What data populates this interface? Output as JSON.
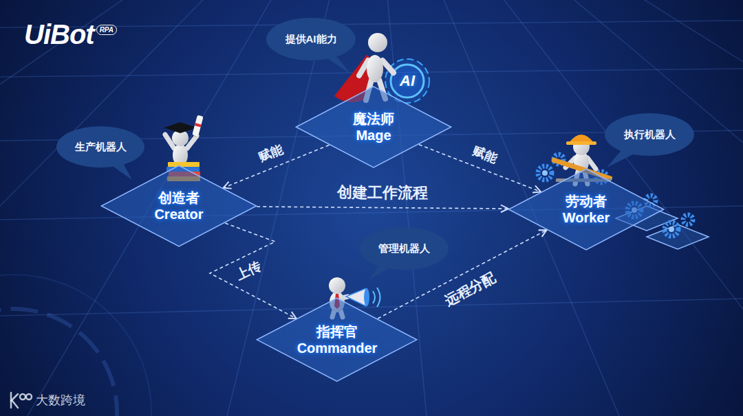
{
  "diagram": {
    "nodes": [
      {
        "text": [
          "提供AI能力"
        ]
      },
      {
        "text": [
          "魔法师",
          "Mage"
        ]
      },
      {
        "text": [
          "生产机器人"
        ]
      },
      {
        "text": [
          "创造者",
          "Creator"
        ]
      },
      {
        "text": [
          "执行机器人"
        ]
      },
      {
        "text": [
          "劳动者",
          "Worker"
        ]
      },
      {
        "text": [
          "管理机器人"
        ]
      },
      {
        "text": [
          "指挥官",
          "Commander"
        ]
      }
    ],
    "edges": [
      {
        "from": 1,
        "to": 3,
        "label": "赋能",
        "arrow": "to"
      },
      {
        "from": 1,
        "to": 5,
        "label": "赋能",
        "arrow": "to"
      },
      {
        "from": 3,
        "to": 5,
        "label": "创建工作流程",
        "arrow": "to"
      },
      {
        "from": 3,
        "to": 7,
        "label": "上传",
        "arrow": "to"
      },
      {
        "from": 7,
        "to": 5,
        "label": "远程分配",
        "arrow": "to"
      }
    ],
    "labels": [
      "UiBot",
      "RPA",
      "AI",
      "大数跨境"
    ]
  }
}
